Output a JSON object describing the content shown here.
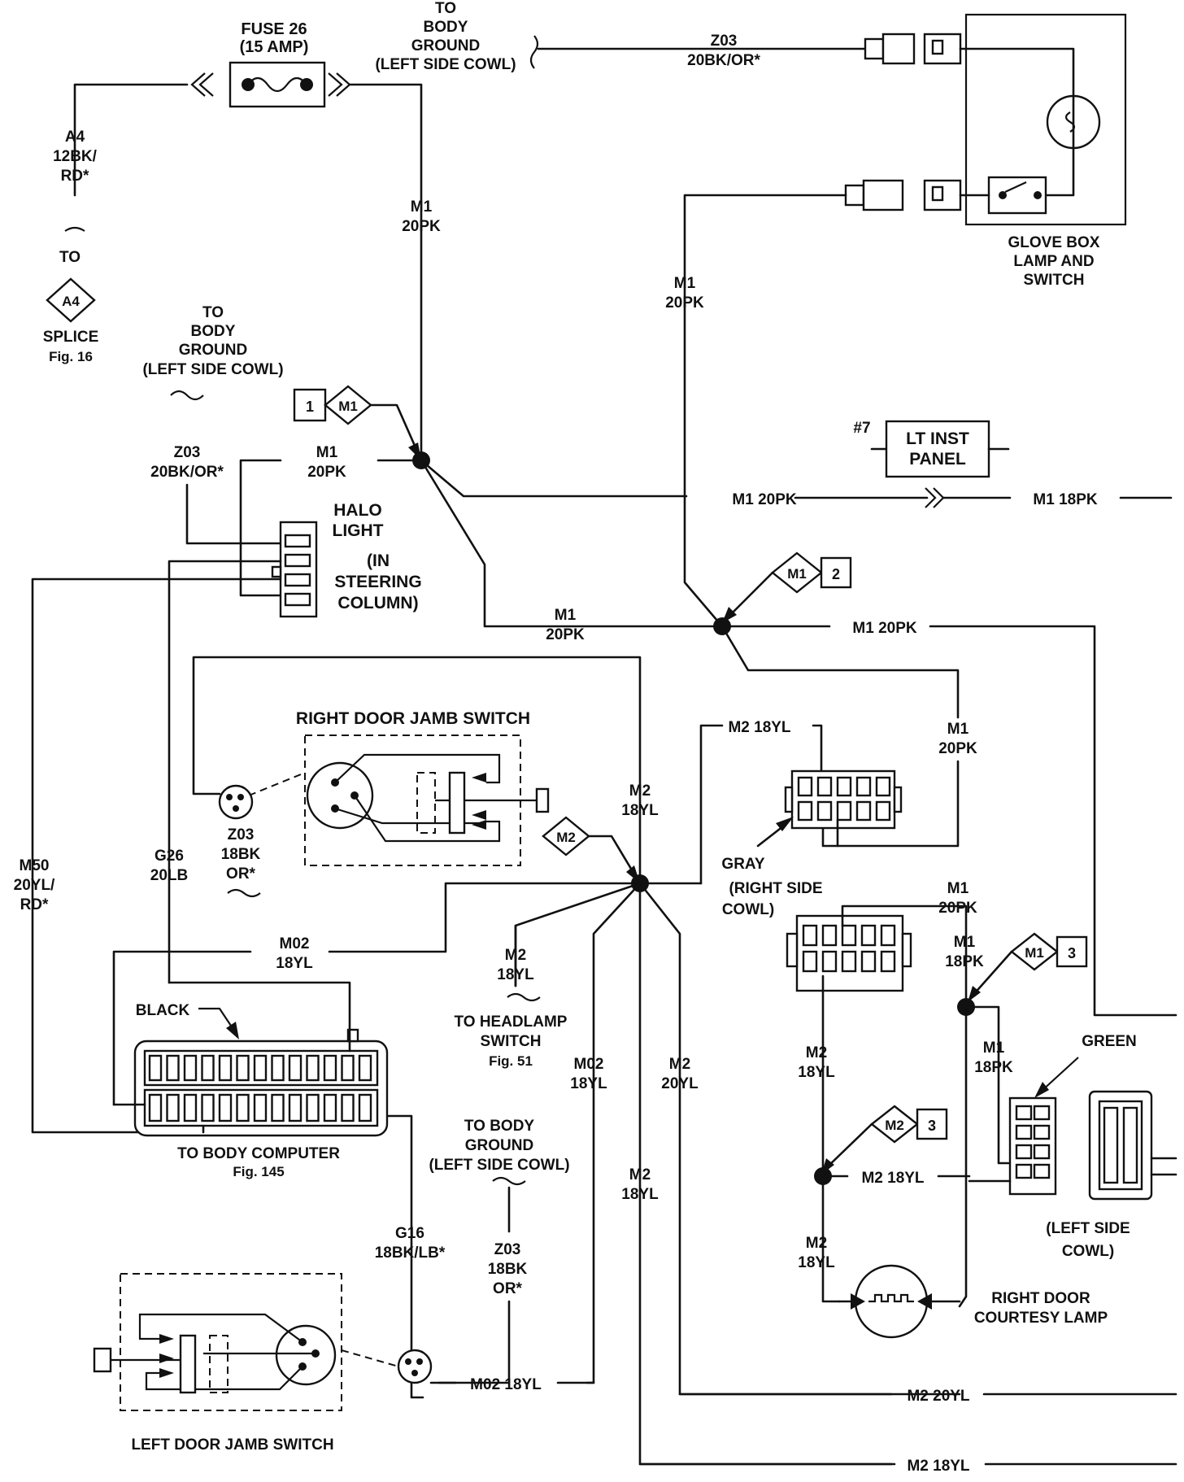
{
  "labels": {
    "fuse26_l1": "FUSE 26",
    "fuse26_l2": "(15 AMP)",
    "tbg_top_1": "TO",
    "tbg_top_2": "BODY",
    "tbg_top_3": "GROUND",
    "tbg_top_4": "(LEFT SIDE COWL)",
    "z03_top_1": "Z03",
    "z03_top_2": "20BK/OR*",
    "a4_1": "A4",
    "a4_2": "12BK/",
    "a4_3": "RD*",
    "to_a4": "TO",
    "a4_diamond": "A4",
    "splice": "SPLICE",
    "splice_fig": "Fig. 16",
    "m1_top_1": "M1",
    "m1_top_2": "20PK",
    "glove_1": "GLOVE BOX",
    "glove_2": "LAMP AND",
    "glove_3": "SWITCH",
    "m1_right_1": "M1",
    "m1_right_2": "20PK",
    "tbg_mid_1": "TO",
    "tbg_mid_2": "BODY",
    "tbg_mid_3": "GROUND",
    "tbg_mid_4": "(LEFT SIDE COWL)",
    "conn1_num": "1",
    "conn1_diamond": "M1",
    "z03_mid_1": "Z03",
    "z03_mid_2": "20BK/OR*",
    "m1_mid_1": "M1",
    "m1_mid_2": "20PK",
    "halo_1": "HALO",
    "halo_2": "LIGHT",
    "halo_3": "(IN",
    "halo_4": "STEERING",
    "halo_5": "COLUMN)",
    "lt_inst_num": "#7",
    "lt_inst_1": "LT INST",
    "lt_inst_2": "PANEL",
    "m1_20pk_h": "M1 20PK",
    "m1_18pk_h": "M1 18PK",
    "conn2_diamond": "M1",
    "conn2_num": "2",
    "m1_lower_1": "M1",
    "m1_lower_2": "20PK",
    "m1_20pk_h2": "M1 20PK",
    "right_jamb": "RIGHT  DOOR JAMB SWITCH",
    "m2_18yl_h": "M2 18YL",
    "m1_c_1": "M1",
    "m1_c_2": "20PK",
    "z03_c_1": "Z03",
    "z03_c_2": "18BK",
    "z03_c_3": "OR*",
    "m2_v_1": "M2",
    "m2_v_2": "18YL",
    "m2_diamond": "M2",
    "m50_1": "M50",
    "m50_2": "20YL/",
    "m50_3": "RD*",
    "g26_1": "G26",
    "g26_2": "20LB",
    "gray_1": "GRAY",
    "gray_2": "(RIGHT SIDE",
    "gray_3": "COWL)",
    "m1_far_1": "M1",
    "m1_far_2": "20PK",
    "m02_1": "M02",
    "m02_2": "18YL",
    "m2_hl_1": "M2",
    "m2_hl_2": "18YL",
    "to_headlamp_1": "TO HEADLAMP",
    "to_headlamp_2": "SWITCH",
    "to_headlamp_3": "Fig. 51",
    "m1_18pk_a1": "M1",
    "m1_18pk_a2": "18PK",
    "conn3_diamond": "M1",
    "conn3_num": "3",
    "black": "BLACK",
    "m02_v_1": "M02",
    "m02_v_2": "18YL",
    "m2_20yl_1": "M2",
    "m2_20yl_2": "20YL",
    "m2_b_1": "M2",
    "m2_b_2": "18YL",
    "m1_18pk_b1": "M1",
    "m1_18pk_b2": "18PK",
    "green": "GREEN",
    "to_body_computer": "TO BODY COMPUTER",
    "bc_fig": "Fig. 145",
    "tbg_low_1": "TO BODY",
    "tbg_low_2": "GROUND",
    "tbg_low_3": "(LEFT SIDE COWL)",
    "m2_diamond3": "M2",
    "m2_conn3_num": "3",
    "m2_18yl_h3": "M2  18YL",
    "m2_c_1": "M2",
    "m2_c_2": "18YL",
    "g16_1": "G16",
    "g16_2": "18BK/LB*",
    "z03_d_1": "Z03",
    "z03_d_2": "18BK",
    "z03_d_3": "OR*",
    "left_cowl_1": "(LEFT SIDE",
    "left_cowl_2": "COWL)",
    "m2_d_1": "M2",
    "m2_d_2": "18YL",
    "right_courtesy_1": "RIGHT DOOR",
    "right_courtesy_2": "COURTESY LAMP",
    "m02_18yl_h": "M02  18YL",
    "m2_20yl_h": "M2  20YL",
    "left_jamb": "LEFT DOOR JAMB SWITCH",
    "m2_18yl_bottom": "M2  18YL"
  }
}
